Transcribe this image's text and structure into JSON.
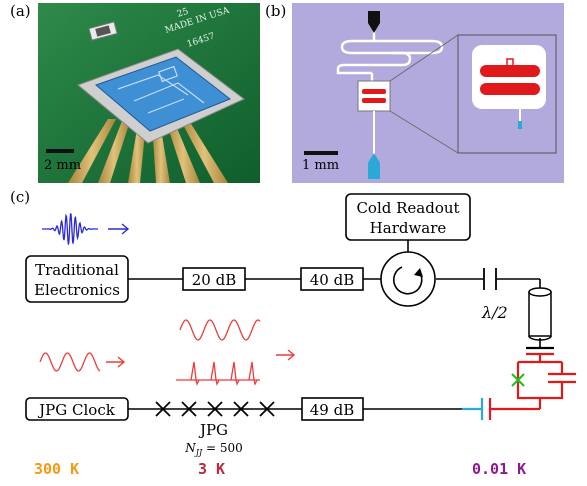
{
  "panels": {
    "a": {
      "label": "(a)",
      "scale_bar": "2 mm",
      "board_text": [
        "25",
        "MADE IN USA",
        "16457"
      ]
    },
    "b": {
      "label": "(b)",
      "scale_bar": "1 mm"
    },
    "c": {
      "label": "(c)"
    }
  },
  "schematic": {
    "traditional_electronics": [
      "Traditional",
      "Electronics"
    ],
    "cold_readout": [
      "Cold Readout",
      "Hardware"
    ],
    "attenuators": {
      "att1": "20 dB",
      "att2": "40 dB",
      "att3": "49 dB"
    },
    "jpg_clock": "JPG Clock",
    "jpg_label": "JPG",
    "jpg_sub": "N",
    "jpg_sub_index": "JJ",
    "jpg_sub_value": " = 500",
    "lambda_label": "λ/2"
  },
  "temperatures": [
    {
      "label": "300 K",
      "color": "#f39c12"
    },
    {
      "label": "3 K",
      "color": "#c0283c"
    },
    {
      "label": "0.01 K",
      "color": "#8e1a8e"
    }
  ],
  "colors": {
    "blue_pulse": "#2a2ad8",
    "red_pulse": "#ee3b3b",
    "qubit_red": "#e01a1a",
    "junction_green": "#22c222",
    "cap_cyan": "#2aa8d8",
    "chip_bg": "#b2a9dc"
  }
}
